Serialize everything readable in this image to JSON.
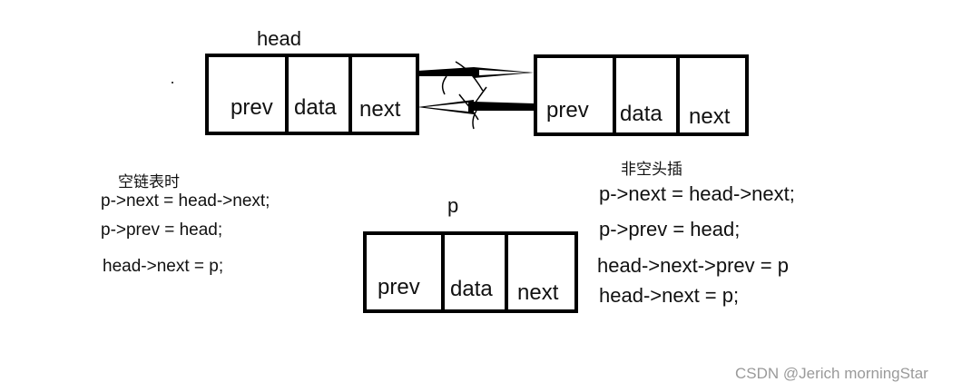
{
  "labels": {
    "head": "head",
    "p": "p"
  },
  "fields": {
    "prev": "prev",
    "data": "data",
    "next": "next"
  },
  "left_notes": {
    "title": "空链表时",
    "lines": [
      "p->next = head->next;",
      "p->prev = head;",
      "head->next = p;"
    ]
  },
  "right_notes": {
    "title": "非空头插",
    "lines": [
      "p->next = head->next;",
      "p->prev = head;",
      "head->next->prev = p",
      "head->next = p;"
    ]
  },
  "watermark": "CSDN @Jerich morningStar"
}
